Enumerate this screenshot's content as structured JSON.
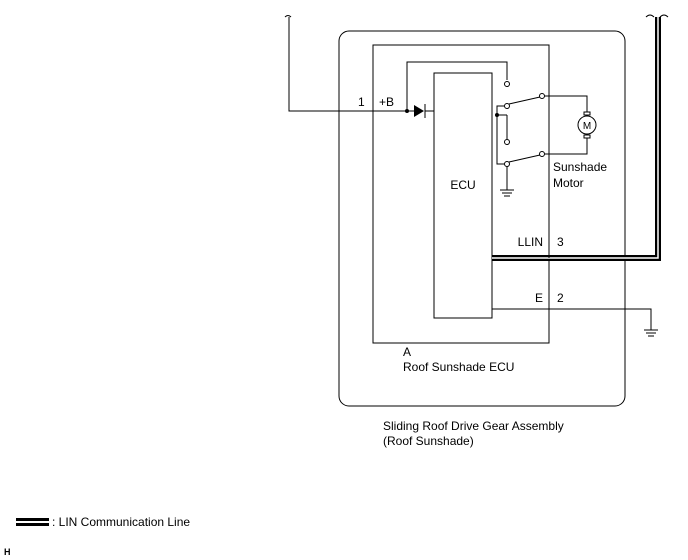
{
  "ecu_label": "ECU",
  "pin_1_number": "1",
  "pin_1_name": "+B",
  "pin_3_number": "3",
  "pin_3_name": "LLIN",
  "pin_2_number": "2",
  "pin_2_name": "E",
  "motor_symbol": "M",
  "motor_label_line1": "Sunshade",
  "motor_label_line2": "Motor",
  "connector_letter": "A",
  "ecu_component_name": "Roof Sunshade ECU",
  "assembly_name_line1": "Sliding Roof Drive Gear Assembly",
  "assembly_name_line2": "(Roof Sunshade)",
  "legend_text": ": LIN Communication Line",
  "corner_mark": "H"
}
